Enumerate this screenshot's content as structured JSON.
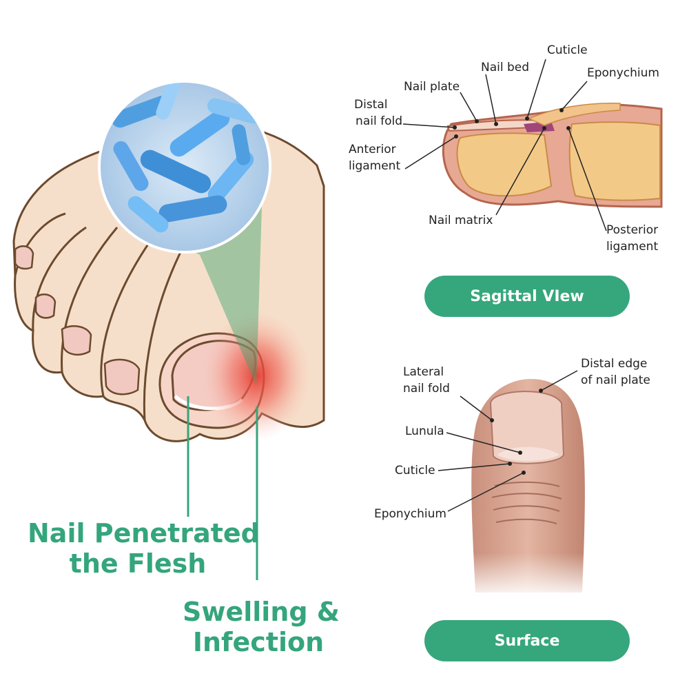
{
  "callouts": {
    "nail_penetrated": [
      "Nail Penetrated",
      "the Flesh"
    ],
    "swelling": [
      "Swelling &",
      "Infection"
    ]
  },
  "sagittal": {
    "labels": {
      "cuticle": "Cuticle",
      "nail_bed": "Nail bed",
      "eponychium": "Eponychium",
      "nail_plate": "Nail plate",
      "distal_nail_fold": [
        "Distal",
        "nail fold"
      ],
      "anterior_ligament": [
        "Anterior",
        "ligament"
      ],
      "nail_matrix": "Nail matrix",
      "posterior_ligament": [
        "Posterior",
        "ligament"
      ]
    },
    "button": "Sagittal VIew"
  },
  "surface": {
    "labels": {
      "lateral_nail_fold": [
        "Lateral",
        "nail fold"
      ],
      "distal_edge": [
        "Distal edge",
        "of nail plate"
      ],
      "lunula": "Lunula",
      "cuticle": "Cuticle",
      "eponychium": "Eponychium"
    },
    "button": "Surface"
  },
  "colors": {
    "accent_green": "#36a77c",
    "skin": "#f6dfca",
    "infection_red": "#e8473d",
    "bacteria_blue": "#4f9fe0"
  }
}
